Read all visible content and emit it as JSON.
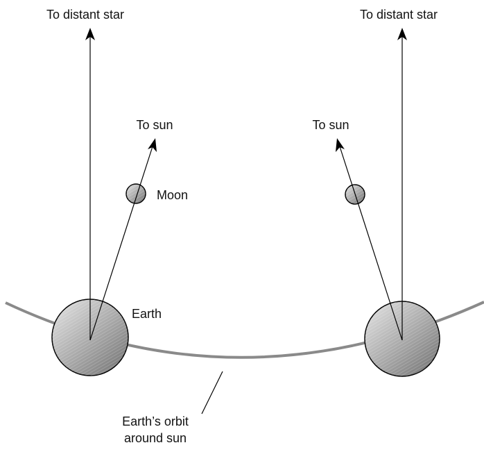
{
  "labels": {
    "distant_star_left": "To distant star",
    "distant_star_right": "To distant star",
    "sun_left": "To sun",
    "sun_right": "To sun",
    "moon": "Moon",
    "earth": "Earth",
    "orbit_line1": "Earth’s orbit",
    "orbit_line2": "around sun"
  },
  "colors": {
    "orbit": "#8a8a8a",
    "body_light": "#e4e4e4",
    "body_dark": "#7a7a7a",
    "line": "#000000"
  }
}
